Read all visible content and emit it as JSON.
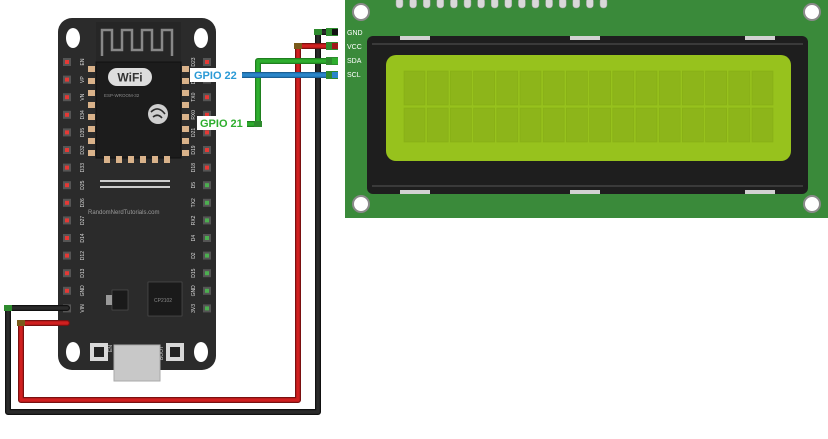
{
  "board": {
    "wifi_logo": "WiFi",
    "module_text": "ESP-WROOM-32",
    "brand_text": "RandomNerdTutorials.com",
    "chip_label": "CP2102",
    "en_button_label": "EN",
    "boot_button_label": "BOOT",
    "left_pins": [
      "EN",
      "VP",
      "VN",
      "D34",
      "D35",
      "D32",
      "D33",
      "D25",
      "D26",
      "D27",
      "D14",
      "D12",
      "D13",
      "GND",
      "VIN"
    ],
    "right_pins": [
      "D23",
      "D22",
      "TX0",
      "RX0",
      "D21",
      "D19",
      "D18",
      "D5",
      "TX2",
      "RX2",
      "D4",
      "D2",
      "D15",
      "GND",
      "3V3"
    ]
  },
  "lcd": {
    "pins": [
      "GND",
      "VCC",
      "SDA",
      "SCL"
    ]
  },
  "labels": {
    "gpio22": "GPIO 22",
    "gpio21": "GPIO 21"
  },
  "colors": {
    "board": "#2b2b2b",
    "lcd_pcb": "#3a8a3a",
    "lcd_screen": "#97c21d",
    "wire_gnd": "#1a1a1a",
    "wire_vcc": "#d01f1f",
    "wire_sda": "#2eae2e",
    "wire_scl": "#2a86c9",
    "label_gpio22": "#2a9ad6",
    "label_gpio21": "#2eae2e"
  }
}
